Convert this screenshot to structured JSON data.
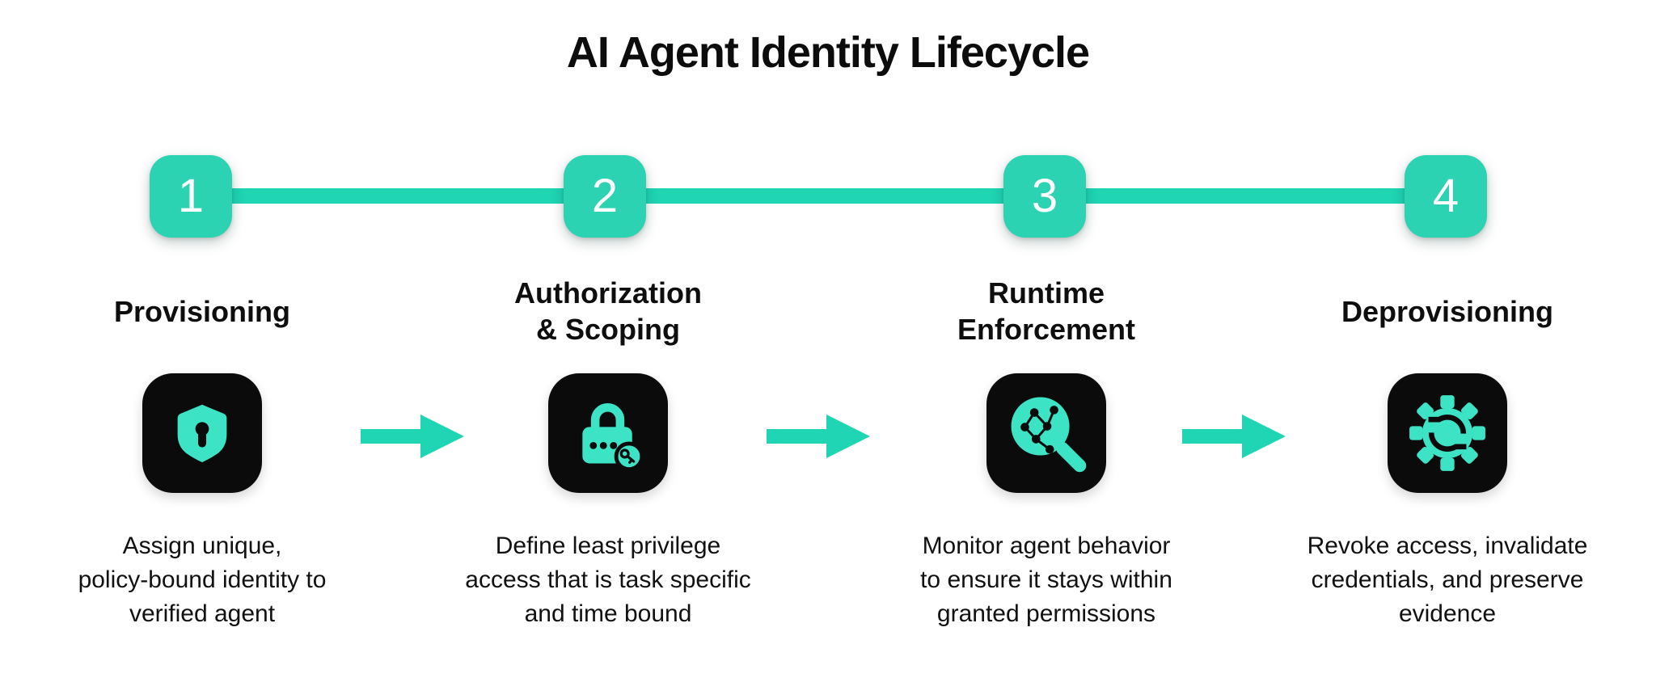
{
  "title": "AI Agent Identity Lifecycle",
  "colors": {
    "accent_teal": "#1fd5b3",
    "badge_teal": "#2bd3b2",
    "icon_glyph_teal": "#3ce4c5",
    "icon_tile_black": "#0b0b0b",
    "text_dark": "#141414",
    "background": "#ffffff"
  },
  "timeline": {
    "steps": [
      "1",
      "2",
      "3",
      "4"
    ]
  },
  "stages": [
    {
      "number": "1",
      "title": "Provisioning",
      "icon": "shield-keyhole-icon",
      "description": "Assign unique,\npolicy-bound identity to\nverified agent"
    },
    {
      "number": "2",
      "title": "Authorization\n& Scoping",
      "icon": "lock-key-icon",
      "description": "Define least privilege\naccess that is task specific\nand time bound"
    },
    {
      "number": "3",
      "title": "Runtime\nEnforcement",
      "icon": "magnifier-network-icon",
      "description": "Monitor agent behavior\nto ensure it stays within\ngranted permissions"
    },
    {
      "number": "4",
      "title": "Deprovisioning",
      "icon": "gear-sync-icon",
      "description": "Revoke access, invalidate\ncredentials, and preserve\nevidence"
    }
  ]
}
